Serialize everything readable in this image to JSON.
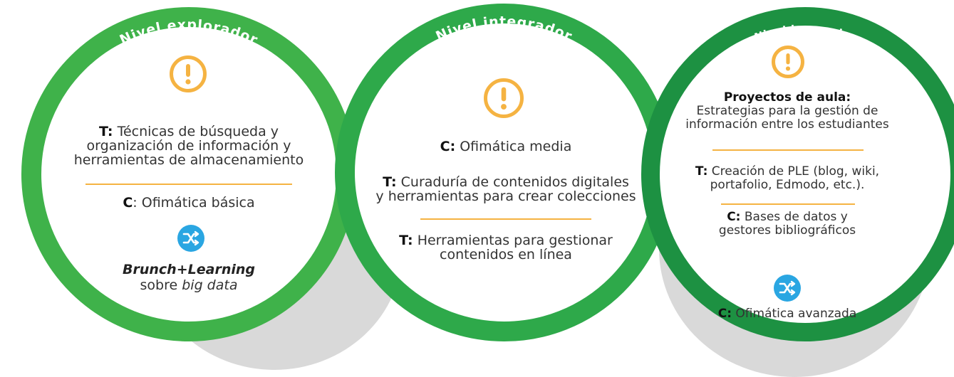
{
  "colors": {
    "ring_light": "#3fb24a",
    "ring_mid": "#2ea94a",
    "ring_dark": "#1d9142",
    "accent_orange": "#f5b342",
    "accent_blue": "#2aa6e2",
    "shadow": "#d9d9d9"
  },
  "levels": [
    {
      "title": "Nivel explorador",
      "alert_icon": "exclamation-icon",
      "item1": {
        "prefix": "T:",
        "text_lines": [
          "Técnicas de búsqueda y",
          "organización de información y",
          "herramientas de almacenamiento"
        ]
      },
      "item2": {
        "prefix": "C",
        "text": ": Ofimática básica"
      },
      "shuffle_icon": "shuffle-icon",
      "feature": {
        "italic": "Brunch+Learning",
        "plain": "sobre ",
        "italic2": "big data"
      }
    },
    {
      "title": "Nivel integrador",
      "alert_icon": "exclamation-icon",
      "item1": {
        "prefix": "C:",
        "text": " Ofimática media"
      },
      "item2": {
        "prefix": "T:",
        "text_lines": [
          " Curaduría de contenidos digitales",
          "y herramientas para crear colecciones"
        ]
      },
      "item3": {
        "prefix": "T:",
        "text_lines": [
          " Herramientas para gestionar",
          "contenidos en línea"
        ]
      }
    },
    {
      "title": "Nivel innovador",
      "alert_icon": "exclamation-icon",
      "heading": "Proyectos de aula:",
      "heading_text_lines": [
        "Estrategias para la gestión de",
        "información entre los estudiantes"
      ],
      "item1": {
        "prefix": "T:",
        "text_lines": [
          " Creación de PLE (blog, wiki,",
          "portafolio, Edmodo, etc.)."
        ]
      },
      "item2": {
        "prefix": "C:",
        "text_lines": [
          " Bases de datos y",
          "gestores bibliográficos"
        ]
      },
      "shuffle_icon": "shuffle-icon",
      "item3": {
        "prefix": "C:",
        "text": " Ofimática avanzada"
      }
    }
  ]
}
